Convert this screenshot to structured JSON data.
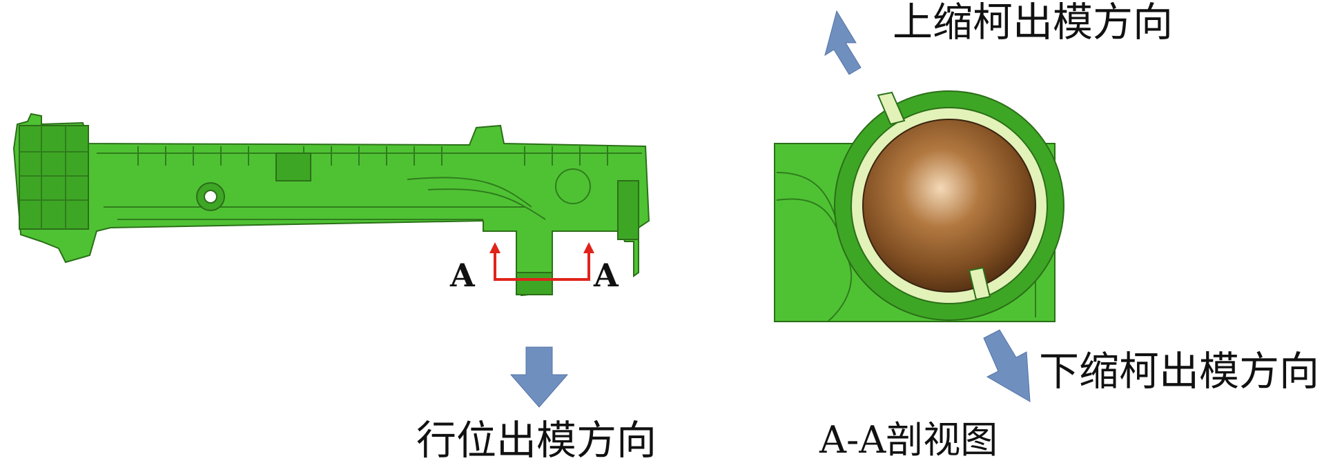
{
  "labels": {
    "upper_slider_direction": "上缩柯出模方向",
    "lower_slider_direction": "下缩柯出模方向",
    "slide_direction": "行位出模方向",
    "section_view_title": "A-A剖视图",
    "section_mark_left": "A",
    "section_mark_right": "A"
  },
  "colors": {
    "part_green": "#4fc234",
    "part_outline": "#2b6f18",
    "arrow_blue": "#6f8fbf",
    "section_line_red": "#e0231a",
    "bore_brown": "#8a5a2b",
    "ring_pale": "#e2f2b8"
  }
}
